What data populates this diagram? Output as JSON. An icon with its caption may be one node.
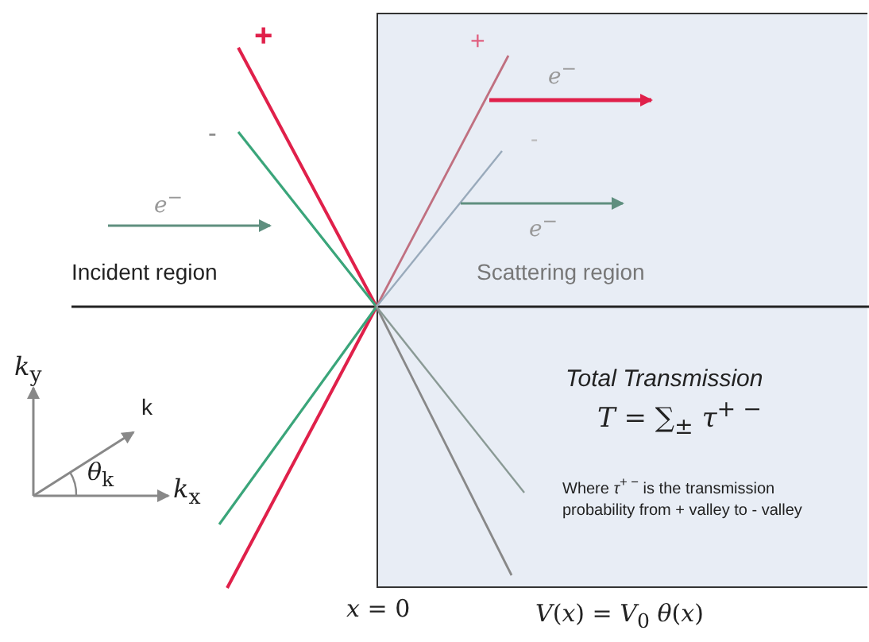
{
  "diagram": {
    "nodes": [
      {
        "text": [
          "Scattering region",
          "Total Transmission",
          "*T* = ∑$_{±}$ *τ*$^{+ −}$",
          "Where *τ*$^{+ −}$ is the transmission probability from + valley to - valley"
        ]
      }
    ],
    "labels": [
      "+",
      "-",
      "*e*$^{−}$",
      "Incident region",
      "+",
      "*e*$^{−}$",
      "-",
      "*e*$^{−}$",
      "*k*$_{y}$",
      "k",
      "*θ*$_{k}$",
      "*k*$_{x}$",
      "*x* = 0",
      "*V*(*x*) = *V*$_{0}$ *θ*(*x*)"
    ]
  }
}
